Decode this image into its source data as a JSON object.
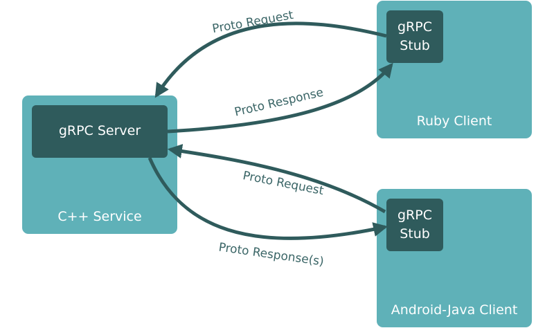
{
  "nodes": {
    "cpp_service": {
      "label": "C++ Service",
      "inner_label": "gRPC Server"
    },
    "ruby_client": {
      "label": "Ruby Client",
      "inner_label_line1": "gRPC",
      "inner_label_line2": "Stub"
    },
    "android_client": {
      "label": "Android-Java Client",
      "inner_label_line1": "gRPC",
      "inner_label_line2": "Stub"
    }
  },
  "edges": [
    {
      "label": "Proto Request",
      "from": "ruby_client",
      "to": "cpp_service"
    },
    {
      "label": "Proto Response",
      "from": "cpp_service",
      "to": "ruby_client"
    },
    {
      "label": "Proto Request",
      "from": "android_client",
      "to": "cpp_service"
    },
    {
      "label": "Proto Response(s)",
      "from": "cpp_service",
      "to": "android_client"
    }
  ],
  "colors": {
    "container": "#5fb1b8",
    "stub": "#2f5b5c",
    "arrow": "#2f5b5c",
    "label": "#3a6566"
  }
}
